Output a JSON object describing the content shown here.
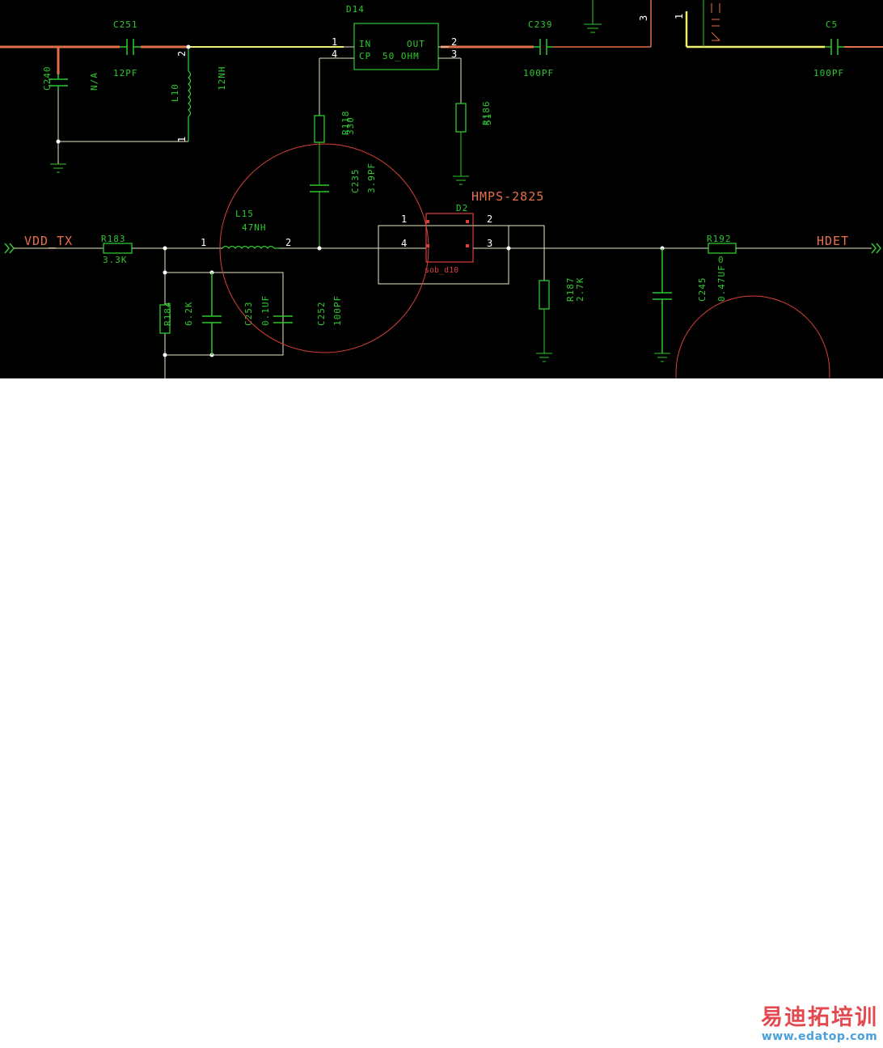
{
  "components": {
    "D14": {
      "ref": "D14",
      "pin_in": "IN",
      "pin_out": "OUT",
      "pin_cp": "CP",
      "value": "50_OHM",
      "p1": "1",
      "p2": "2",
      "p3": "3",
      "p4": "4"
    },
    "C251": {
      "ref": "C251",
      "value": "12PF"
    },
    "C240": {
      "ref": "C240",
      "value": "N/A"
    },
    "L10": {
      "ref": "L10",
      "value": "12NH",
      "p1": "1",
      "p2": "2"
    },
    "C239": {
      "ref": "C239",
      "value": "100PF"
    },
    "C5": {
      "ref": "C5",
      "value": "100PF"
    },
    "top_pins": {
      "p3": "3",
      "p1": "1"
    },
    "R118": {
      "ref": "R118",
      "value": "330"
    },
    "R186": {
      "ref": "R186",
      "value": "51"
    },
    "C235": {
      "ref": "C235",
      "value": "3.9PF"
    },
    "D2": {
      "ref": "D2",
      "part": "HMPS-2825",
      "footprint": "sob_d10",
      "p1": "1",
      "p2": "2",
      "p3": "3",
      "p4": "4"
    },
    "L15": {
      "ref": "L15",
      "value": "47NH",
      "p1": "1",
      "p2": "2"
    },
    "R183": {
      "ref": "R183",
      "value": "3.3K"
    },
    "R184": {
      "ref": "R184",
      "value": "6.2K"
    },
    "C253": {
      "ref": "C253",
      "value": "0.1UF"
    },
    "C252": {
      "ref": "C252",
      "value": "100PF"
    },
    "R187": {
      "ref": "R187",
      "value": "2.7K"
    },
    "C245": {
      "ref": "C245",
      "value": "0.47UF"
    },
    "R192": {
      "ref": "R192",
      "value": "0"
    }
  },
  "nets": {
    "vdd_tx": "VDD_TX",
    "hdet": "HDET"
  },
  "watermark": {
    "cn": "易迪拓培训",
    "url": "www.edatop.com"
  },
  "colors": {
    "background": "#000000",
    "wire": "#e8e8c8",
    "component": "#2ec82e",
    "rf_trace": "#e0704a",
    "highlight_trace": "#f0f070",
    "marker": "#d8403c"
  }
}
